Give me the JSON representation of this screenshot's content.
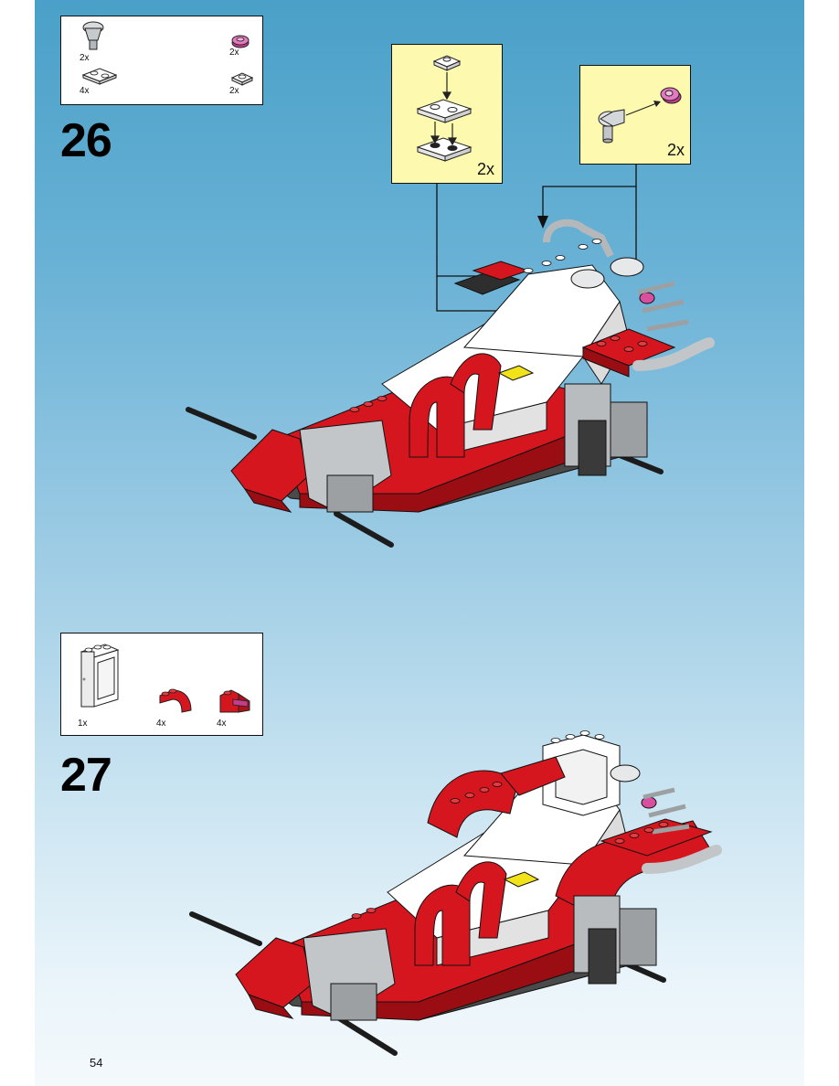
{
  "page": {
    "number": "54"
  },
  "steps": [
    {
      "number": "26",
      "parts": [
        {
          "icon": "gray-cup-connector-icon",
          "qty": "2x"
        },
        {
          "icon": "pink-round-plate-icon",
          "qty": "2x"
        },
        {
          "icon": "white-plate-1x2-icon",
          "qty": "4x"
        },
        {
          "icon": "white-plate-1x1-icon",
          "qty": "2x"
        }
      ],
      "callouts": [
        {
          "content": "stacked-white-plates",
          "multiplier": "2x"
        },
        {
          "content": "cup-with-pink-plate",
          "multiplier": "2x"
        }
      ]
    },
    {
      "number": "27",
      "parts": [
        {
          "icon": "white-window-frame-icon",
          "qty": "1x"
        },
        {
          "icon": "red-curved-slope-icon",
          "qty": "4x"
        },
        {
          "icon": "red-wedge-slope-icon",
          "qty": "4x"
        }
      ]
    }
  ],
  "colors": {
    "accent_red": "#d6161e",
    "callout_yellow": "#fdfab0",
    "gray_part": "#b9bcbf",
    "dark_part": "#3a3a3a",
    "pink_part": "#d94fa0"
  }
}
